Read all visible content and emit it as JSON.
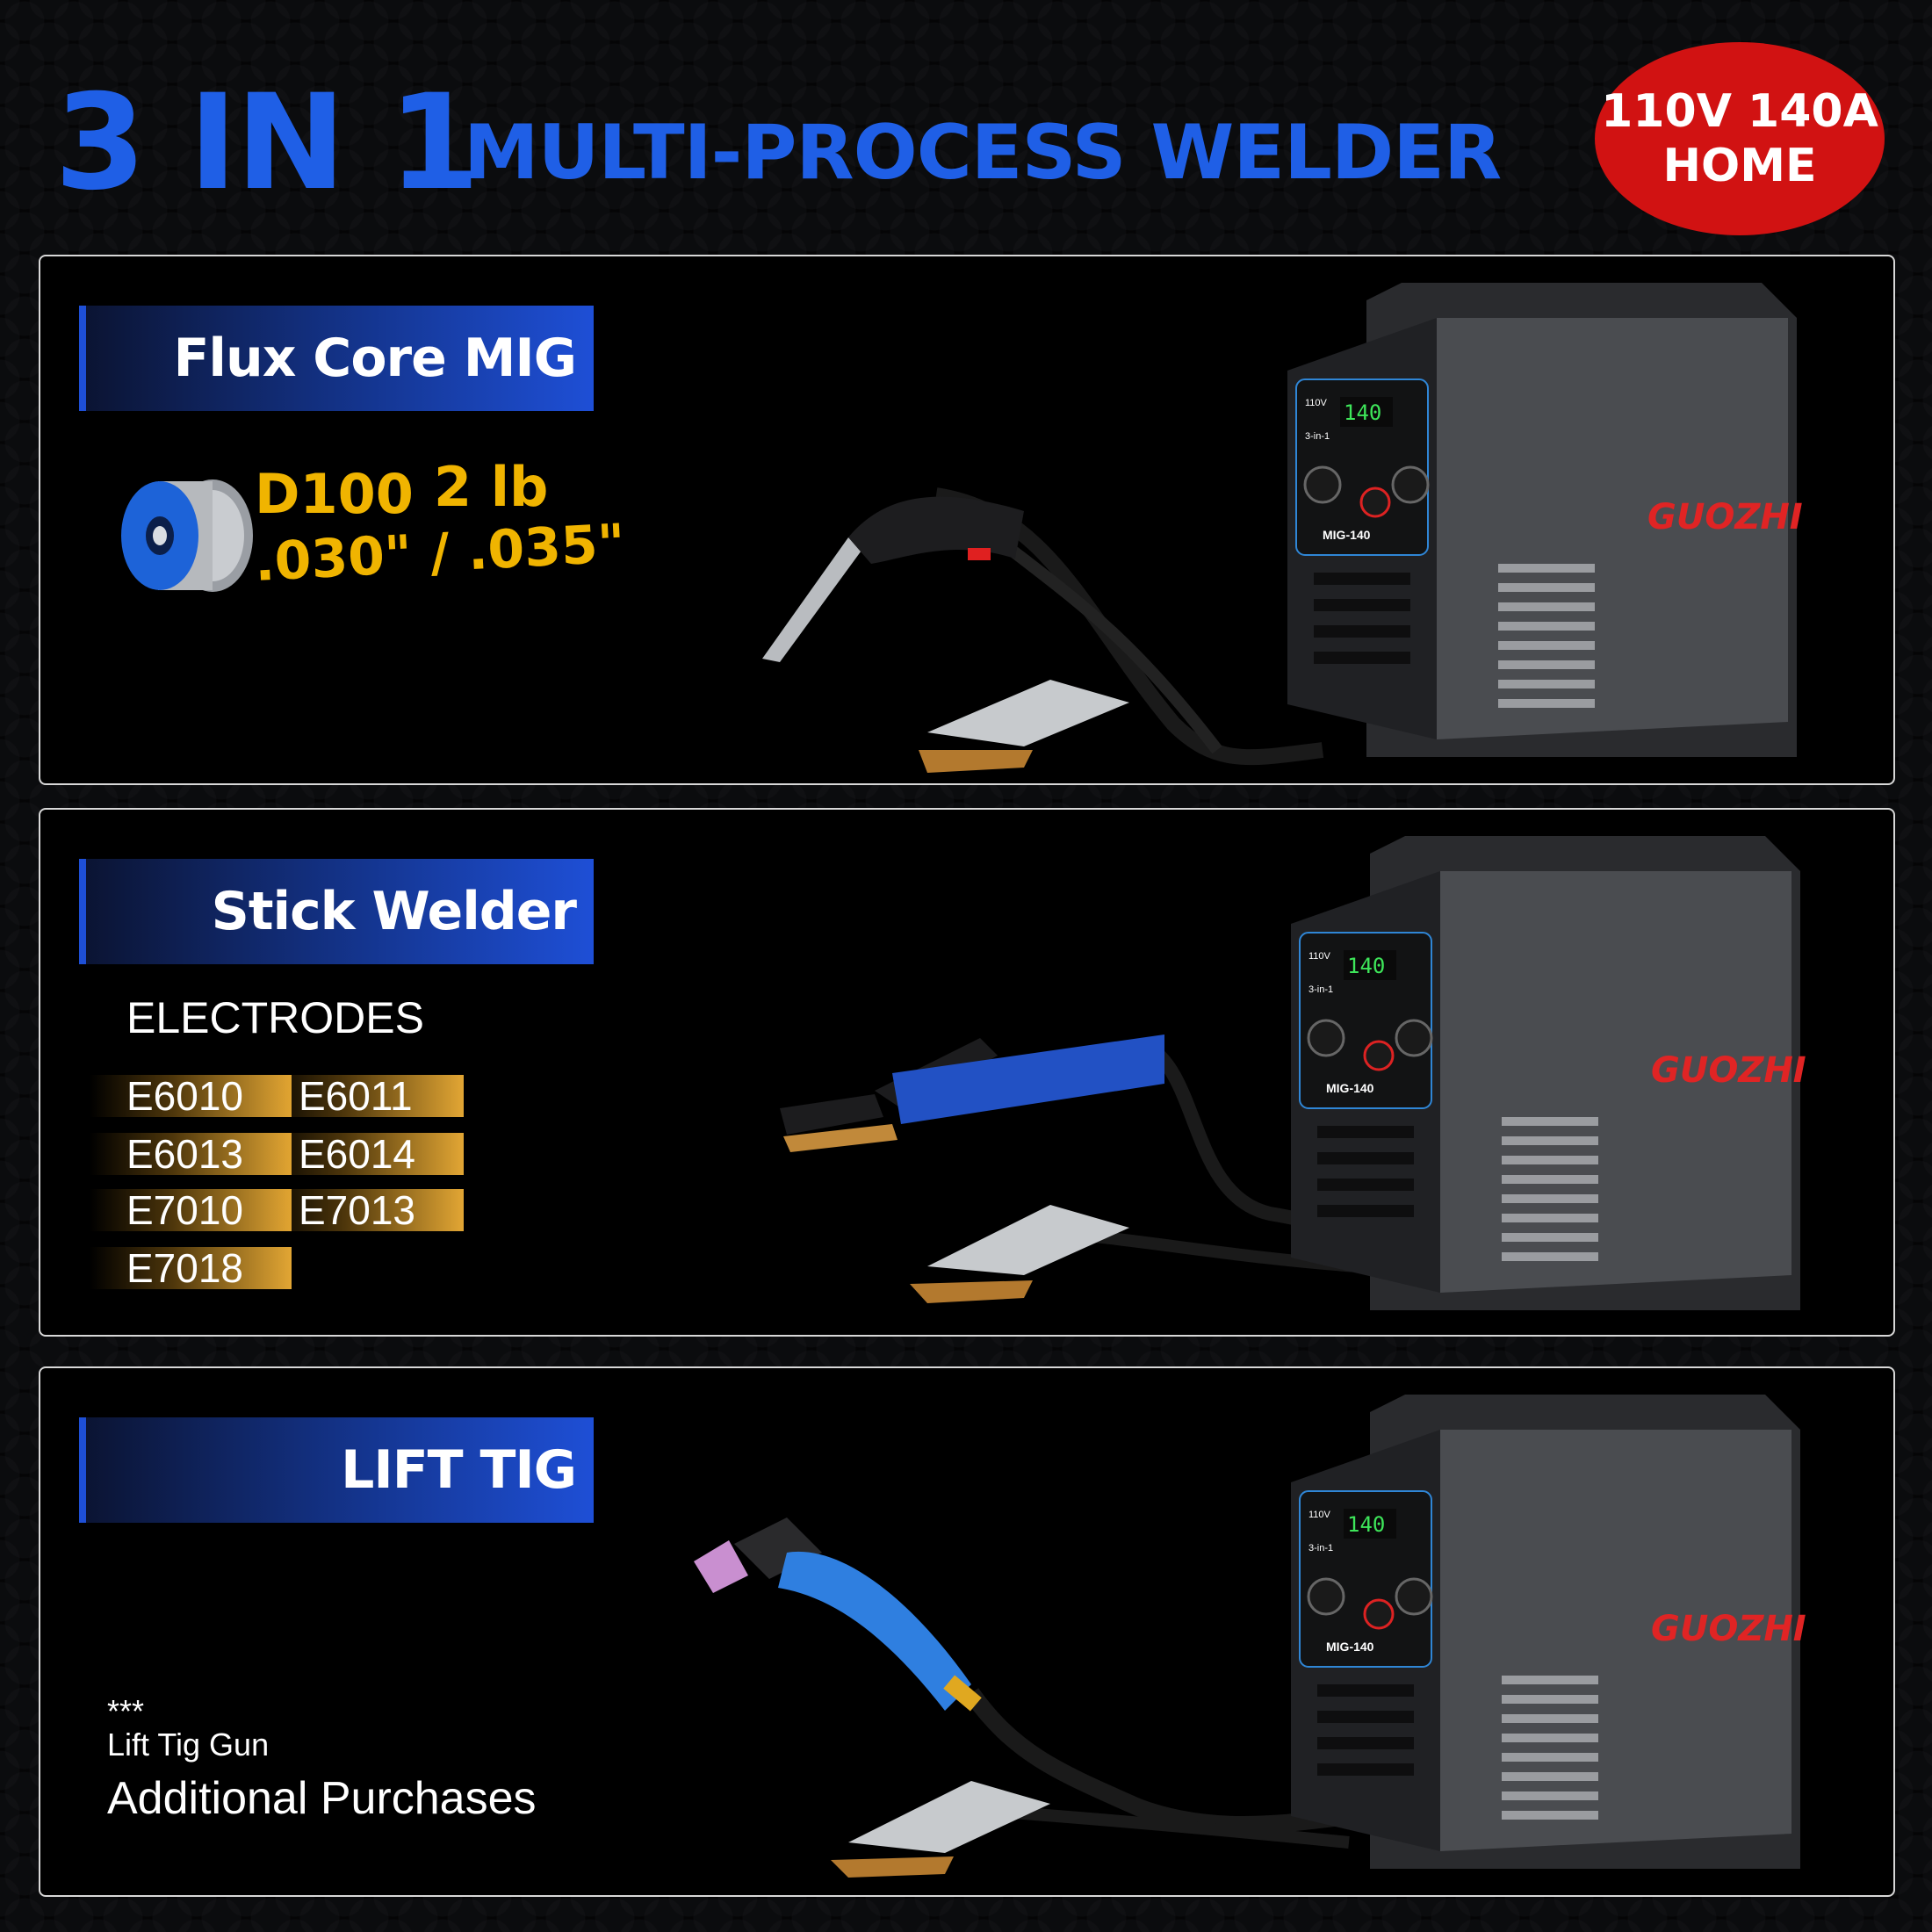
{
  "header": {
    "title_big": "3 IN 1",
    "title_small": "MULTI-PROCESS WELDER",
    "badge_line1": "110V 140A",
    "badge_line2": "HOME"
  },
  "panels": [
    {
      "label": "Flux Core MIG",
      "spool": {
        "model": "D100",
        "weight": "2 lb",
        "sizes": ".030\" / .035\""
      }
    },
    {
      "label": "Stick Welder",
      "electrodes_title": "ELECTRODES",
      "electrodes": [
        "E6010",
        "E6011",
        "E6013",
        "E6014",
        "E7010",
        "E7013",
        "E7018"
      ]
    },
    {
      "label": "LIFT TIG",
      "note_stars": "***",
      "note_line1": "Lift Tig Gun",
      "note_line2": "Additional Purchases"
    }
  ],
  "welder": {
    "brand": "GUOZHI",
    "model": "MIG-140",
    "display_value": "140",
    "voltage_label": "110V",
    "mode_label": "3-in-1"
  },
  "colors": {
    "title_blue": "#1f5fe6",
    "badge_red": "#d11212",
    "spool_gold": "#f0b400",
    "electrode_gold": "#e2a634",
    "welder_body": "#4a4c50"
  }
}
